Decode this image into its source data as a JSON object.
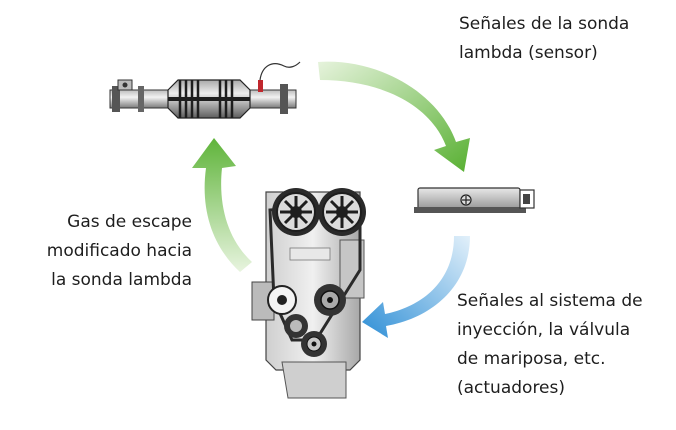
{
  "labels": {
    "sensor_signals": [
      "Señales de la sonda",
      "lambda (sensor)"
    ],
    "exhaust_gas": [
      "Gas de escape",
      "modificado hacia",
      "la sonda lambda"
    ],
    "actuator_signals": [
      "Señales al sistema de",
      "inyección, la válvula",
      "de mariposa, etc.",
      "(actuadores)"
    ]
  },
  "colors": {
    "arrow_green": "#5fb43a",
    "arrow_green_light": "#dff0d2",
    "arrow_blue": "#2f8fd6",
    "arrow_blue_light": "#dcecf8",
    "metal_dark": "#2a2a2a",
    "metal_mid": "#8a8a8a",
    "metal_light": "#d9d9d9",
    "sensor_red": "#c0272d"
  },
  "icons": {
    "exhaust": "catalytic-converter-exhaust-pipe",
    "ecu": "engine-control-unit",
    "engine": "engine-block-with-timing-belt"
  }
}
